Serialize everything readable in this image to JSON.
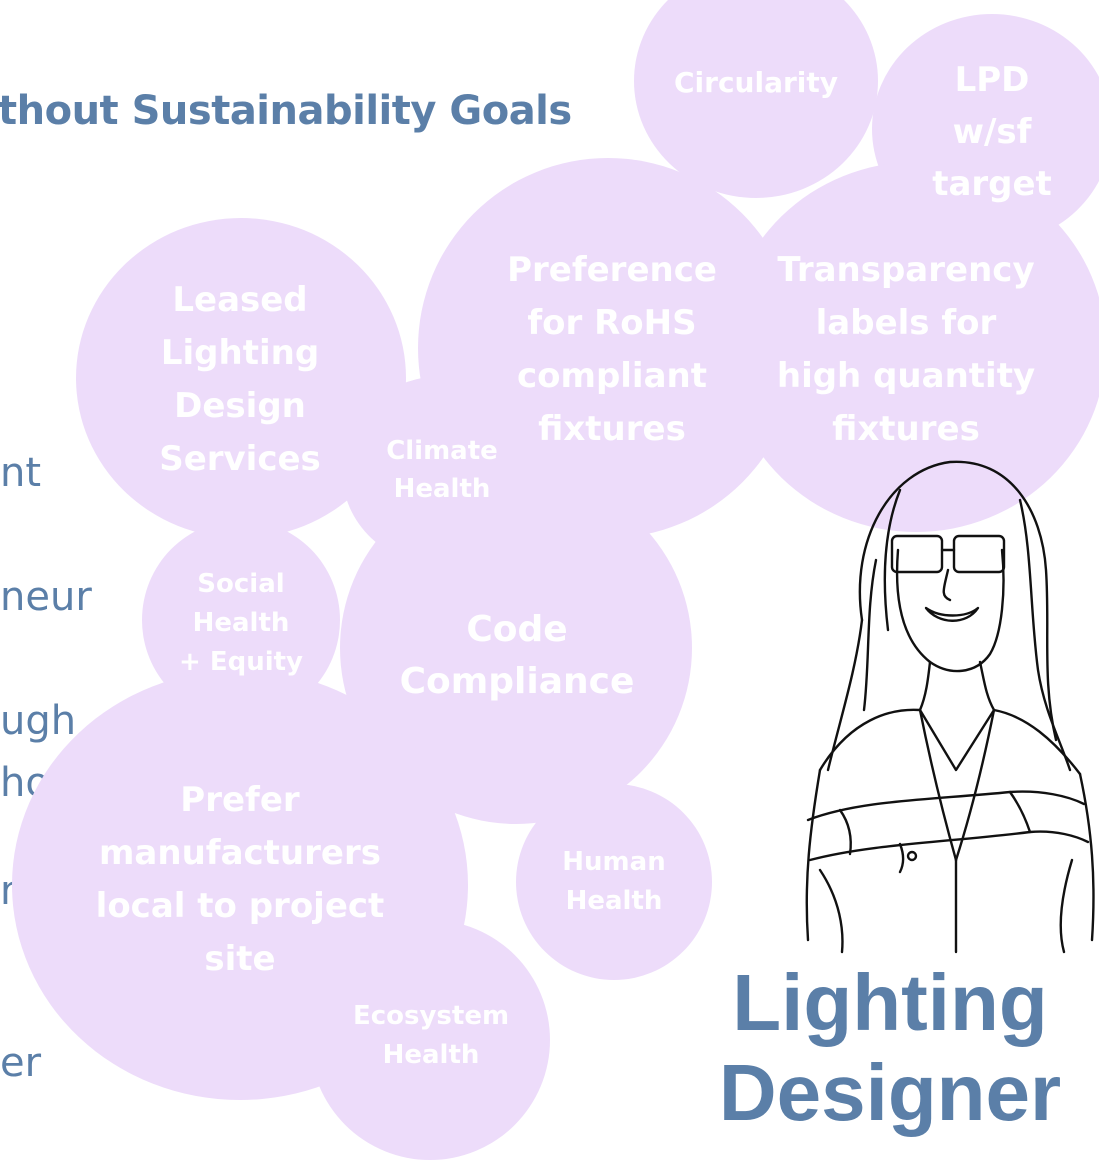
{
  "title": "thout Sustainability Goals",
  "left_fragments": [
    "nt",
    "neur",
    "ugh",
    "hor",
    "nent",
    "er"
  ],
  "bubbles": [
    {
      "id": "circularity",
      "label": "Circularity"
    },
    {
      "id": "lpd",
      "label": "LPD\nw/sf\ntarget"
    },
    {
      "id": "leased",
      "label": "Leased\nLighting\nDesign\nServices"
    },
    {
      "id": "rohs",
      "label": "Preference\nfor RoHS\ncompliant\nfixtures"
    },
    {
      "id": "transparency",
      "label": "Transparency\nlabels for\nhigh quantity\nfixtures"
    },
    {
      "id": "climate",
      "label": "Climate\nHealth"
    },
    {
      "id": "social",
      "label": "Social\nHealth\n+ Equity"
    },
    {
      "id": "code",
      "label": "Code\nCompliance"
    },
    {
      "id": "local",
      "label": "Prefer\nmanufacturers\nlocal to project\nsite"
    },
    {
      "id": "human",
      "label": "Human\nHealth"
    },
    {
      "id": "ecosystem",
      "label": "Ecosystem\nHealth"
    }
  ],
  "role": "Lighting\nDesigner",
  "colors": {
    "bubble_fill": "#eddcfa",
    "bubble_text": "#ffffff",
    "accent_text": "#5b7fa8"
  },
  "icons": [
    "person-sketch-icon"
  ]
}
